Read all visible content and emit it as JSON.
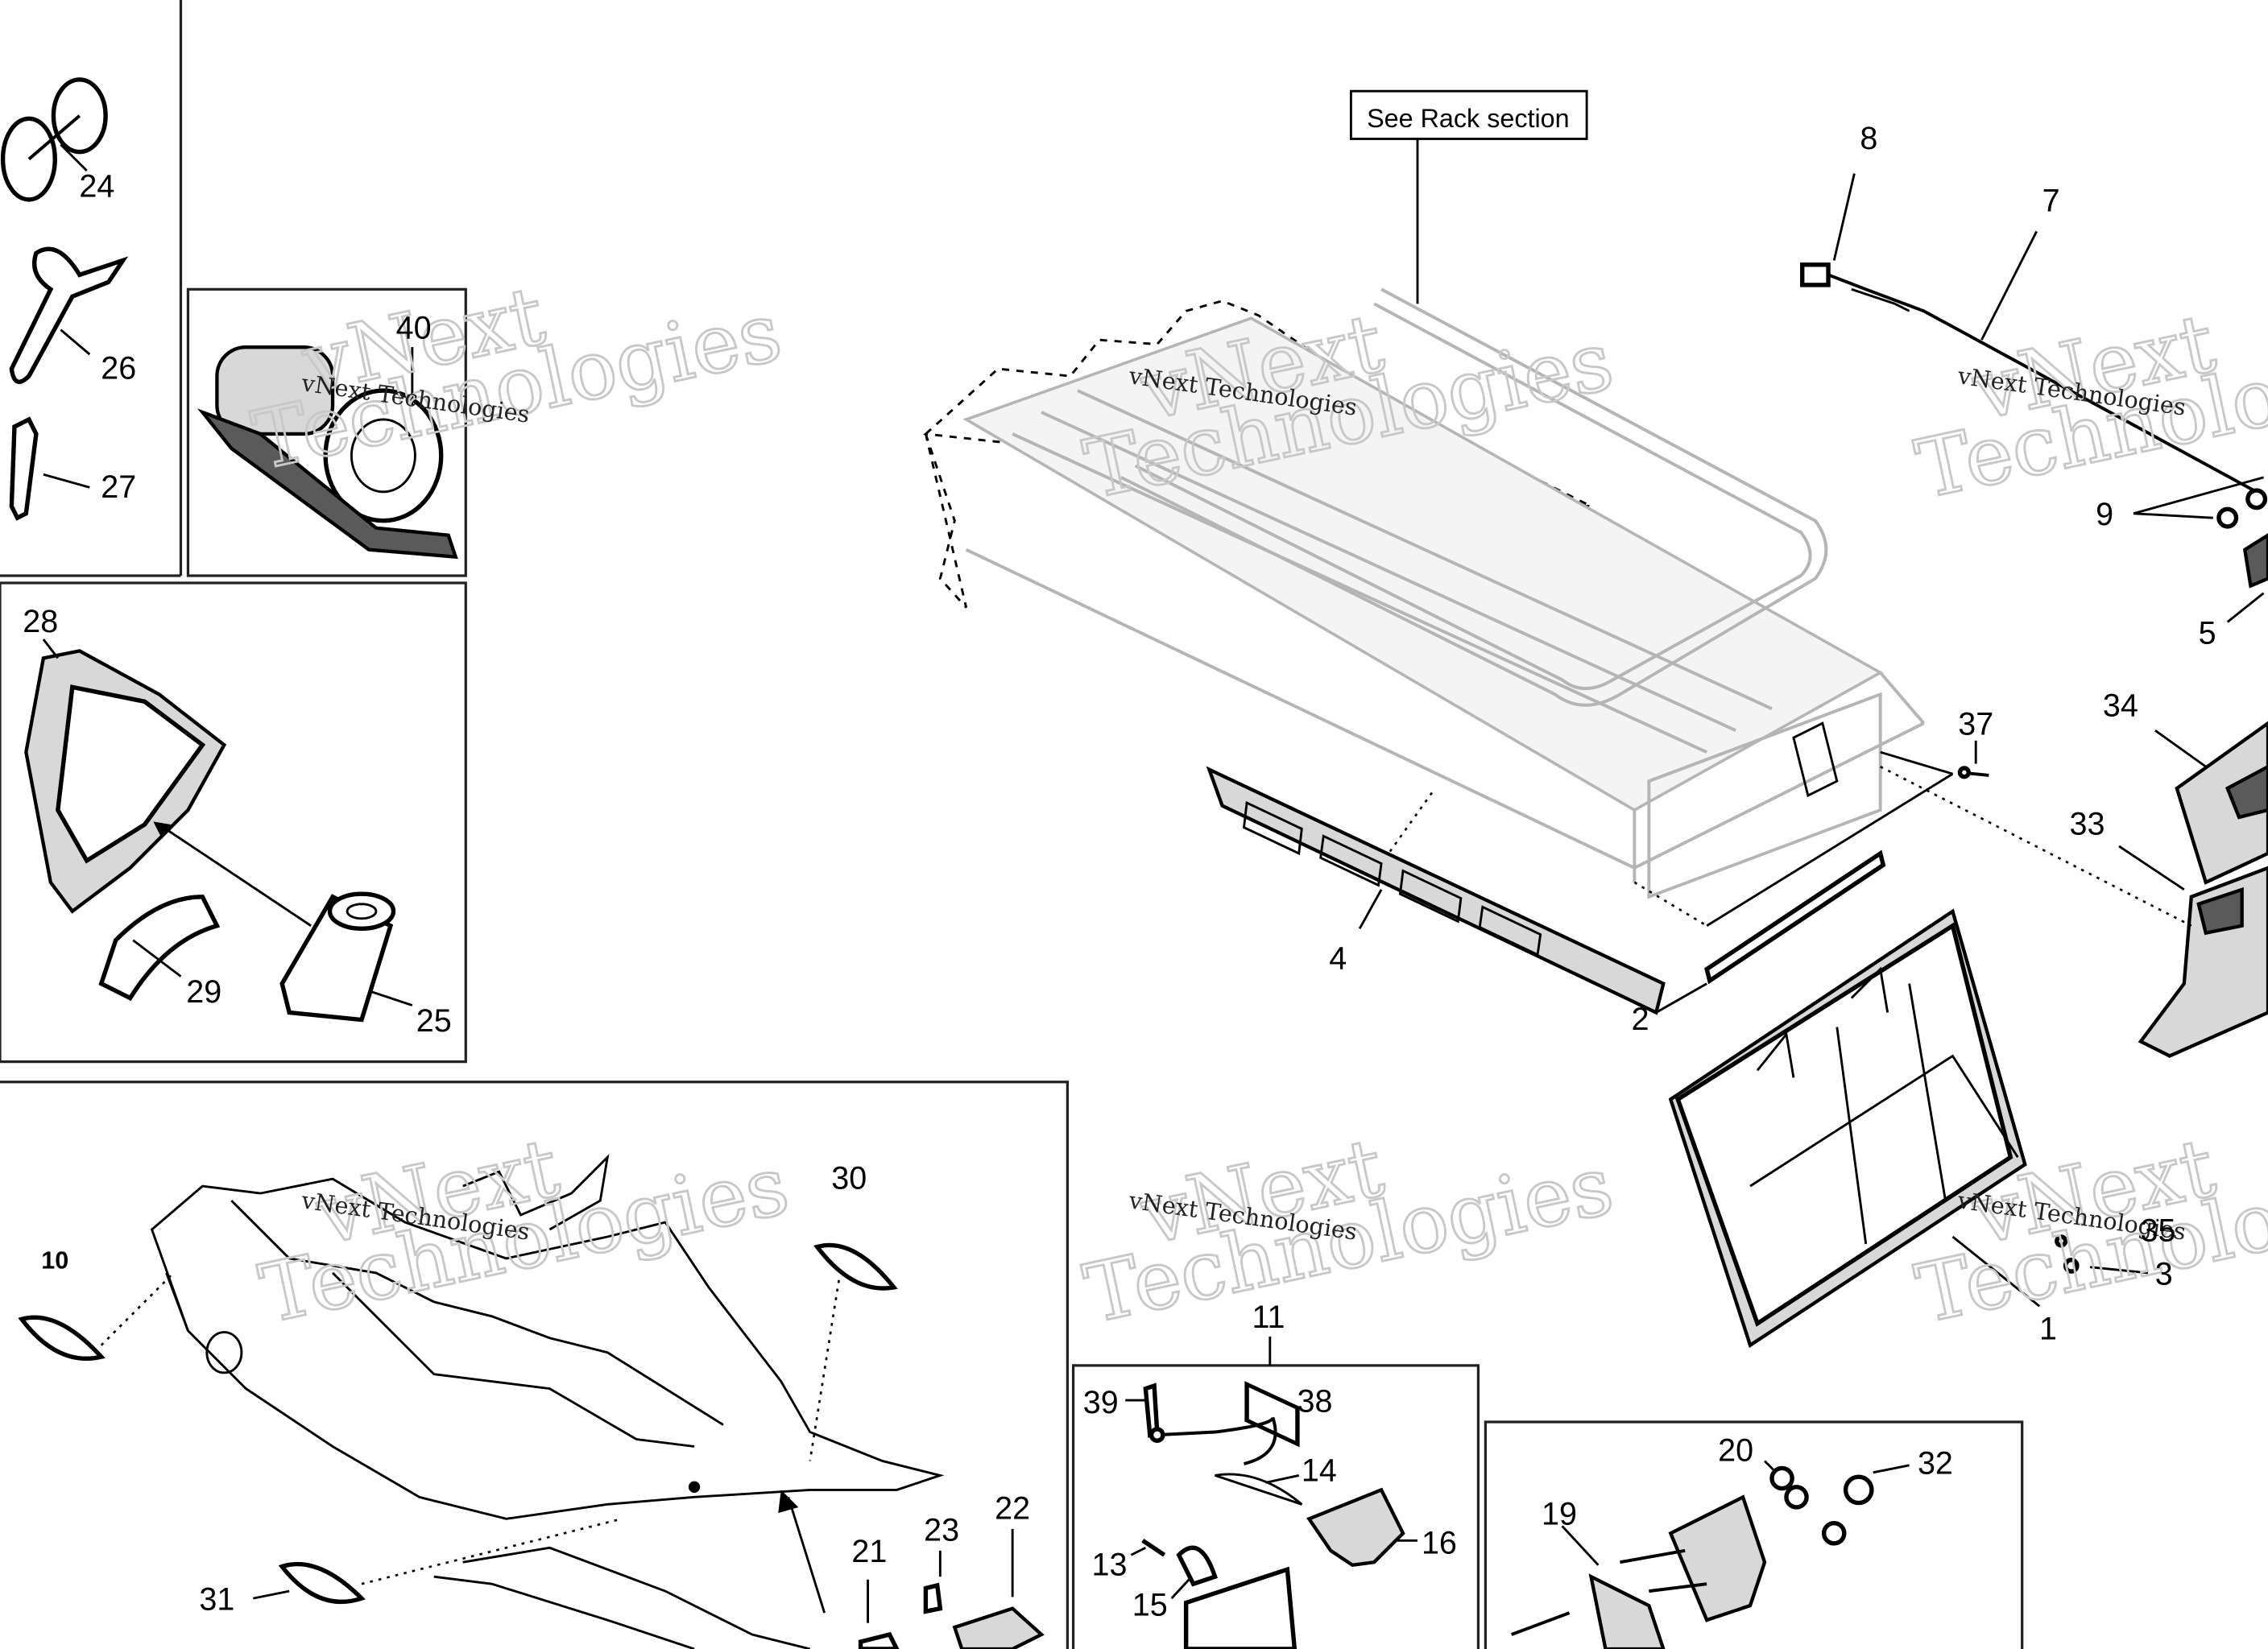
{
  "note": {
    "text": "See Rack section"
  },
  "watermark": {
    "line1": "vNext Technologies",
    "line2": "vNext",
    "line3": "Technologies"
  },
  "callouts": {
    "c1": "1",
    "c2": "2",
    "c3": "3",
    "c4": "4",
    "c5": "5",
    "c7": "7",
    "c8": "8",
    "c9": "9",
    "c10": "10",
    "c11": "11",
    "c13": "13",
    "c14": "14",
    "c15": "15",
    "c16": "16",
    "c19": "19",
    "c20": "20",
    "c21": "21",
    "c22": "22",
    "c23": "23",
    "c24": "24",
    "c25": "25",
    "c26": "26",
    "c27": "27",
    "c28": "28",
    "c29": "29",
    "c30": "30",
    "c31": "31",
    "c32": "32",
    "c33": "33",
    "c34": "34",
    "c35": "35",
    "c37": "37",
    "c38": "38",
    "c39": "39",
    "c40": "40"
  }
}
